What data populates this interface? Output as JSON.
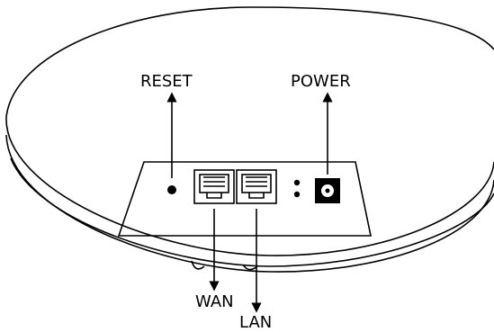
{
  "labels": {
    "reset": "RESET",
    "power": "POWER",
    "wan": "WAN",
    "lan": "LAN"
  },
  "colors": {
    "line": "#000000",
    "background": "#ffffff"
  }
}
